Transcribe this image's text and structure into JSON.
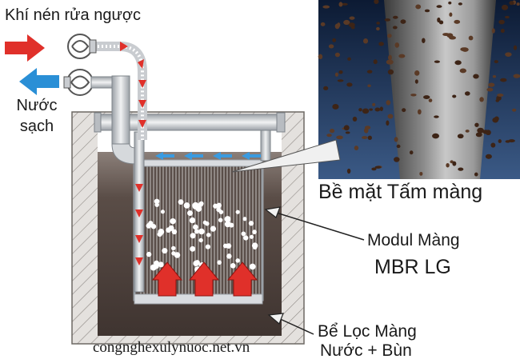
{
  "labels": {
    "backwash_air": "Khí nén rửa ngược",
    "clean_water": "Nước sạch",
    "membrane_surface": "Bề mặt Tấm màng",
    "module_line1": "Modul Màng",
    "module_line2": "MBR LG",
    "tank_line1": "Bể Lọc Màng",
    "tank_line2": "Nước + Bùn",
    "website": "congnghexulynuoc.net.vn"
  },
  "colors": {
    "air_arrow": "#e0302a",
    "water_arrow": "#2a8fd6",
    "sludge": "#4a3d38",
    "tank_wall": "#d9d6d3",
    "pipe": "#c9ccd0",
    "fiber": "#e8e8e8"
  },
  "icons": [
    "air-inlet-arrow-icon",
    "water-outlet-arrow-icon",
    "pump-icon",
    "valve-icon"
  ]
}
